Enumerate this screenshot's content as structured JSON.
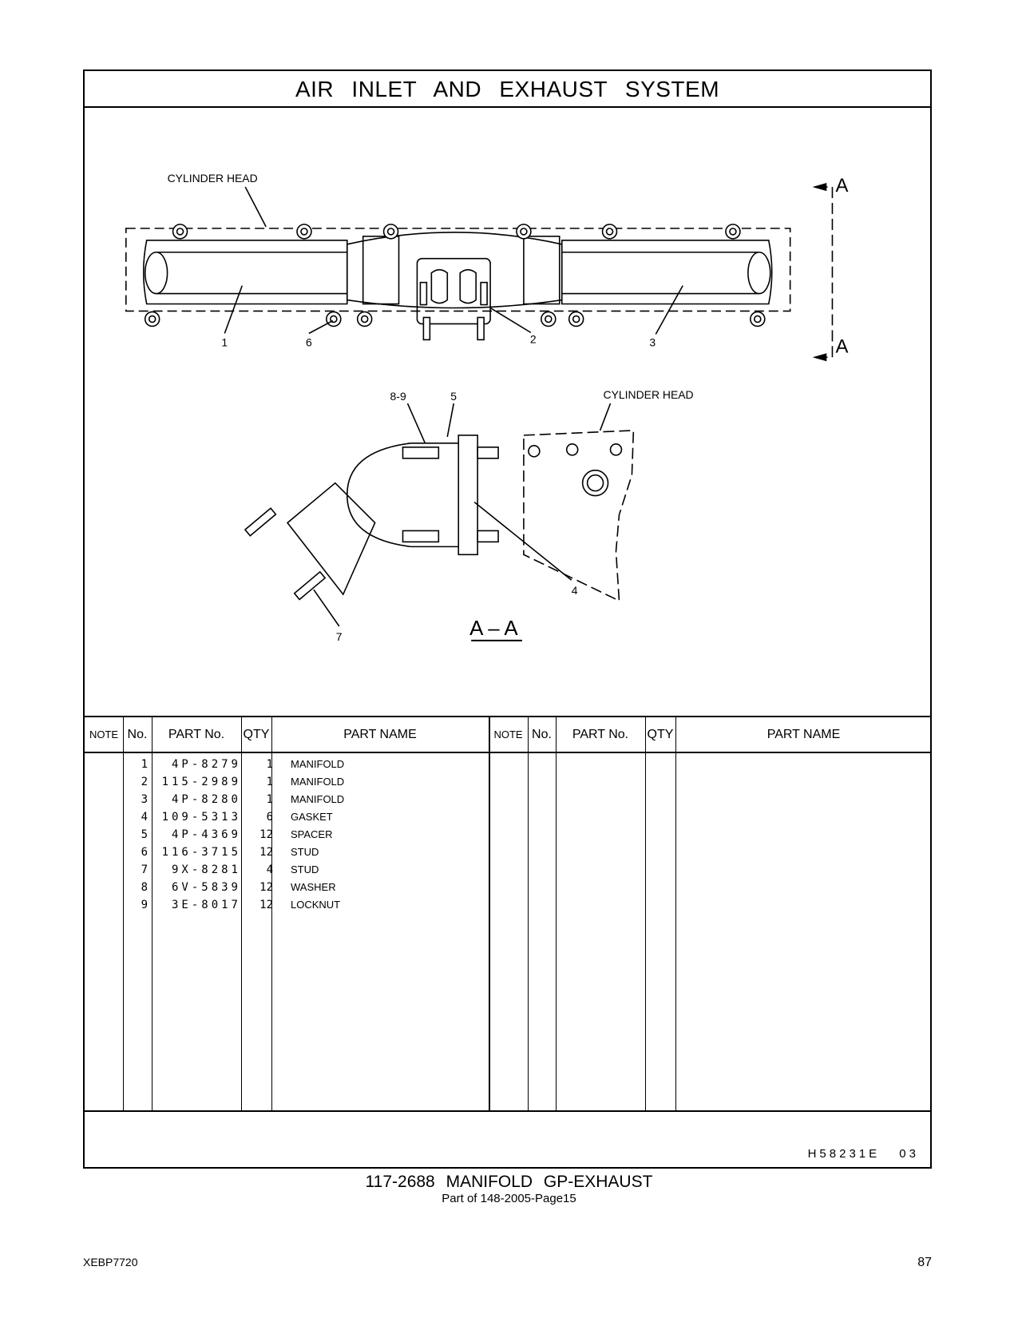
{
  "header": {
    "title": "AIR INLET AND EXHAUST SYSTEM"
  },
  "illustration": {
    "top_view": {
      "cylinder_head_label": "CYLINDER HEAD",
      "section_marker": "A",
      "callouts": [
        "1",
        "6",
        "2",
        "3"
      ]
    },
    "section_view": {
      "cylinder_head_label": "CYLINDER HEAD",
      "callouts": [
        "8-9",
        "5",
        "4",
        "7"
      ],
      "section_title": "A – A"
    }
  },
  "table": {
    "headers": {
      "note": "NOTE",
      "no": "No.",
      "part_no": "PART No.",
      "qty": "QTY",
      "part_name": "PART NAME"
    },
    "rows": [
      {
        "no": "1",
        "part_no": "4P-8279",
        "qty": "1",
        "name": "MANIFOLD"
      },
      {
        "no": "2",
        "part_no": "115-2989",
        "qty": "1",
        "name": "MANIFOLD"
      },
      {
        "no": "3",
        "part_no": "4P-8280",
        "qty": "1",
        "name": "MANIFOLD"
      },
      {
        "no": "4",
        "part_no": "109-5313",
        "qty": "6",
        "name": "GASKET"
      },
      {
        "no": "5",
        "part_no": "4P-4369",
        "qty": "12",
        "name": "SPACER"
      },
      {
        "no": "6",
        "part_no": "116-3715",
        "qty": "12",
        "name": "STUD"
      },
      {
        "no": "7",
        "part_no": "9X-8281",
        "qty": "4",
        "name": "STUD"
      },
      {
        "no": "8",
        "part_no": "6V-5839",
        "qty": "12",
        "name": "WASHER"
      },
      {
        "no": "9",
        "part_no": "3E-8017",
        "qty": "12",
        "name": "LOCKNUT"
      }
    ]
  },
  "footer": {
    "illustration_code": "H58231E 03",
    "caption": "117-2688 MANIFOLD GP-EXHAUST",
    "subcaption": "Part of 148-2005-Page15",
    "doc_id": "XEBP7720",
    "page_number": "87"
  }
}
